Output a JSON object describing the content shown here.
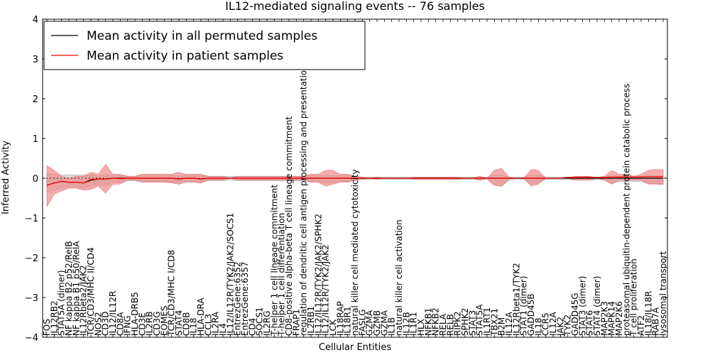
{
  "chart_data": {
    "type": "line",
    "title": "IL12-mediated signaling events -- 76 samples",
    "xlabel": "Cellular Entities",
    "ylabel": "Inferred Activity",
    "ylim": [
      -4,
      4
    ],
    "yticks": [
      -4,
      -3,
      -2,
      -1,
      0,
      1,
      2,
      3,
      4
    ],
    "legend_position": "top-left",
    "categories": [
      "FOS",
      "IL12RB2",
      "STAT5A (dimer)",
      "NF kappa B2 p52/RelB",
      "NF kappa B1 p50/RelA",
      "IL12Rbeta2/JAK2",
      "TCR/CD3/MHC II/CD4",
      "NOS2",
      "CD3D",
      "IL12/IL12R",
      "CD8A",
      "IFNG",
      "HLA-DRB5",
      "CD3E",
      "IL2RB",
      "CD3G",
      "EOMES",
      "TCR/CD3/MHC I/CD8",
      "STAT4",
      "CD8B",
      "IL18",
      "HLA-DRA",
      "CCL3",
      "IL2RA",
      "IL4",
      "IL12/IL12R/TYK2/JAK2/SOCS1",
      "EntrezGene:6352",
      "EntrezGene:6357",
      "CD4",
      "SOCS1",
      "IL2RG",
      "T-helper 1 cell lineage commitment",
      "T-helper 1 cell differentiation",
      "CD8-positive alpha-beta T cell lineage commitment",
      "FRAP1",
      "regulation of dendritic cell antigen processing and presentation",
      "IL2RB1",
      "IL12/IL12R/TYK2/JAK2/SPHK2",
      "IL12/IL12R/TYK2/JAK2",
      "LCK",
      "IL18RAP",
      "IL18R1",
      "natural killer cell mediated cytotoxicity",
      "FASLG",
      "GZMA",
      "GZMB",
      "GZMA",
      "IL1B",
      "natural killer cell activation",
      "IL12B",
      "IL1R1",
      "HLX",
      "NFKB1",
      "NFKB2",
      "RELA",
      "RELB",
      "RIPK2",
      "SPHK2",
      "STAT3",
      "STAT5A",
      "IL1RT1",
      "TBX21",
      "B2M",
      "IL12A",
      "IL12Rbeta1/TYK2",
      "STAT1 (dimer)",
      "GADD45B",
      "IL18",
      "CCR5",
      "IL12A",
      "JAK2",
      "TYK2",
      "GADD45G",
      "STAT3 (dimer)",
      "STAT6",
      "STAT4 (dimer)",
      "MAP2K3",
      "MAPK14",
      "MAP2K6",
      "proteasomal ubiquitin-dependent protein catabolic process",
      "T cell proliferation",
      "ATF2",
      "IL18/IL18R",
      "RAB7A",
      "lysosomal transport"
    ],
    "series": [
      {
        "name": "Mean activity in all permuted samples",
        "color": "#000000",
        "values": [
          -0.18,
          -0.12,
          -0.08,
          -0.1,
          -0.1,
          -0.12,
          -0.05,
          -0.02,
          -0.02,
          0,
          0,
          0,
          0,
          0,
          0,
          0,
          0,
          0,
          -0.02,
          0,
          0,
          -0.02,
          0,
          0,
          0,
          0,
          0,
          0,
          0,
          0,
          0,
          0,
          0,
          0,
          0,
          0,
          0,
          0,
          0,
          0,
          0,
          0,
          0,
          0,
          0,
          0,
          0,
          0,
          0,
          0,
          0,
          0,
          0,
          0,
          0,
          0,
          0,
          0,
          0,
          0,
          0,
          0,
          0,
          0,
          0,
          0,
          0,
          0,
          0,
          0,
          0,
          0,
          0,
          0,
          0,
          0,
          0,
          0,
          0,
          0,
          0,
          0,
          0,
          0,
          0
        ]
      },
      {
        "name": "Mean activity in patient samples",
        "color": "#ff0000",
        "values": [
          -0.18,
          -0.12,
          -0.08,
          -0.1,
          -0.1,
          -0.12,
          -0.03,
          -0.02,
          -0.02,
          0,
          -0.01,
          0,
          0,
          0,
          0,
          0,
          0,
          0,
          -0.02,
          0,
          0,
          -0.02,
          0,
          0,
          0,
          0,
          0,
          0,
          0,
          0,
          0,
          0,
          0,
          0,
          0,
          0,
          0,
          0,
          0,
          0,
          0,
          0,
          0,
          0,
          0,
          0,
          0,
          0,
          0,
          0,
          0,
          0,
          0,
          0,
          0,
          0,
          0,
          0,
          0,
          0,
          0,
          0,
          0,
          0,
          0,
          0,
          0,
          0,
          0,
          0,
          0,
          0.02,
          0.02,
          0.02,
          0.02,
          0.02,
          0.02,
          0.03,
          0.03,
          0.03,
          0.03,
          0.03,
          0.04,
          0.04,
          0.04
        ]
      }
    ],
    "patient_band": {
      "upper": [
        0.32,
        0.2,
        0.05,
        0.0,
        0.05,
        0.05,
        0.15,
        0.1,
        0.35,
        0.1,
        0.1,
        0.05,
        0.05,
        0.1,
        0.1,
        0.1,
        0.1,
        0.1,
        0.15,
        0.1,
        0.1,
        0.1,
        0.05,
        0.05,
        0.05,
        0.0,
        0.05,
        0.05,
        0.05,
        0.05,
        0.05,
        0.05,
        0.05,
        0.05,
        0.05,
        0.05,
        0.1,
        0.1,
        0.2,
        0.2,
        0.1,
        0.1,
        0.05,
        0.02,
        0.0,
        0.02,
        0.0,
        0.0,
        0.0,
        0.0,
        0.02,
        0.02,
        0.02,
        0.02,
        0.02,
        0.02,
        0.02,
        0.0,
        0.0,
        0.05,
        0.0,
        0.2,
        0.25,
        0.02,
        0.0,
        0.0,
        0.22,
        0.2,
        0.0,
        0.0,
        0.0,
        0.0,
        0.05,
        0.05,
        0.05,
        0.0,
        0.05,
        0.2,
        0.1,
        0.1,
        0.05,
        0.1,
        0.2,
        0.22,
        0.22
      ],
      "lower": [
        -0.72,
        -0.4,
        -0.32,
        -0.25,
        -0.25,
        -0.3,
        -0.28,
        -0.2,
        -0.38,
        -0.15,
        -0.15,
        -0.05,
        -0.05,
        -0.1,
        -0.1,
        -0.1,
        -0.1,
        -0.12,
        -0.15,
        -0.1,
        -0.1,
        -0.12,
        -0.05,
        -0.05,
        -0.05,
        0.0,
        -0.05,
        -0.05,
        -0.05,
        -0.05,
        -0.05,
        -0.05,
        -0.05,
        -0.05,
        -0.05,
        -0.05,
        -0.1,
        -0.1,
        -0.2,
        -0.15,
        -0.1,
        -0.1,
        -0.05,
        -0.02,
        0.0,
        -0.02,
        0.0,
        0.0,
        0.0,
        0.0,
        -0.02,
        -0.02,
        -0.02,
        -0.02,
        -0.02,
        -0.02,
        -0.02,
        0.0,
        0.0,
        -0.05,
        0.0,
        -0.18,
        -0.2,
        -0.02,
        0.0,
        0.0,
        -0.2,
        -0.15,
        0.0,
        0.0,
        0.0,
        0.0,
        -0.05,
        -0.05,
        -0.05,
        0.0,
        -0.05,
        -0.15,
        -0.05,
        -0.05,
        -0.05,
        -0.05,
        -0.15,
        -0.15,
        -0.16
      ]
    },
    "permuted_band": {
      "upper": [
        0.1,
        0.1,
        0.08,
        0.08,
        0.08,
        0.08,
        0.08,
        0.06,
        0.1,
        0.06,
        0.06,
        0.05,
        0.05,
        0.06,
        0.06,
        0.06,
        0.06,
        0.06,
        0.06,
        0.06,
        0.06,
        0.06,
        0.05,
        0.05,
        0.05,
        0.05,
        0.05,
        0.05,
        0.05,
        0.05,
        0.05,
        0.05,
        0.05,
        0.05,
        0.05,
        0.05,
        0.06,
        0.06,
        0.06,
        0.06,
        0.06,
        0.06,
        0.05,
        0.03,
        0.03,
        0.03,
        0.03,
        0.03,
        0.03,
        0.03,
        0.03,
        0.03,
        0.03,
        0.03,
        0.03,
        0.03,
        0.03,
        0.03,
        0.03,
        0.03,
        0.03,
        0.08,
        0.08,
        0.03,
        0.03,
        0.03,
        0.08,
        0.08,
        0.03,
        0.03,
        0.03,
        0.03,
        0.04,
        0.04,
        0.04,
        0.03,
        0.04,
        0.06,
        0.05,
        0.05,
        0.05,
        0.05,
        0.06,
        0.06,
        0.06
      ],
      "lower": [
        -0.35,
        -0.3,
        -0.25,
        -0.22,
        -0.22,
        -0.25,
        -0.2,
        -0.15,
        -0.2,
        -0.1,
        -0.1,
        -0.06,
        -0.06,
        -0.08,
        -0.08,
        -0.08,
        -0.08,
        -0.1,
        -0.1,
        -0.08,
        -0.08,
        -0.1,
        -0.06,
        -0.06,
        -0.06,
        -0.05,
        -0.06,
        -0.06,
        -0.06,
        -0.06,
        -0.06,
        -0.06,
        -0.06,
        -0.06,
        -0.06,
        -0.06,
        -0.08,
        -0.1,
        -0.12,
        -0.12,
        -0.08,
        -0.08,
        -0.06,
        -0.03,
        -0.03,
        -0.03,
        -0.03,
        -0.03,
        -0.03,
        -0.03,
        -0.03,
        -0.03,
        -0.03,
        -0.03,
        -0.03,
        -0.03,
        -0.03,
        -0.03,
        -0.03,
        -0.05,
        -0.03,
        -0.18,
        -0.2,
        -0.05,
        -0.03,
        -0.03,
        -0.15,
        -0.12,
        -0.03,
        -0.03,
        -0.03,
        -0.03,
        -0.05,
        -0.05,
        -0.05,
        -0.03,
        -0.05,
        -0.12,
        -0.08,
        -0.08,
        -0.08,
        -0.08,
        -0.14,
        -0.14,
        -0.14
      ]
    },
    "colors": {
      "patient_band": "#f08080",
      "permuted_band": "#c8c8c8",
      "zero_line": "#000000"
    }
  }
}
